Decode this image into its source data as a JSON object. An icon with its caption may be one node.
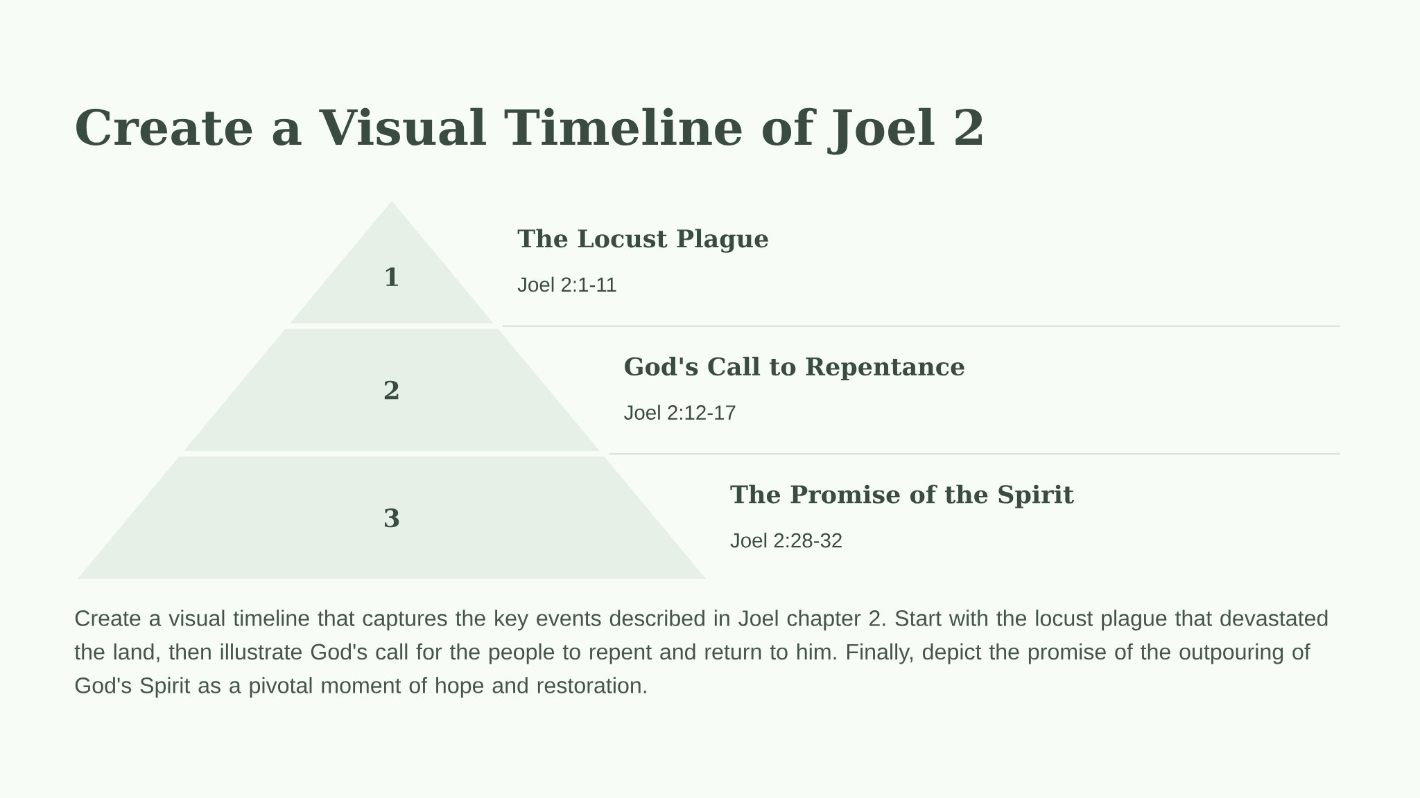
{
  "diagram": {
    "title": "Create a Visual Timeline of Joel 2",
    "nodes": [
      {
        "text": [
          "1"
        ],
        "beside": [
          "The Locust Plague",
          "Joel 2:1-11"
        ]
      },
      {
        "text": [
          "2"
        ],
        "beside": [
          "God's Call to Repentance",
          "Joel 2:12-17"
        ]
      },
      {
        "text": [
          "3"
        ],
        "beside": [
          "The Promise of the Spirit",
          "Joel 2:28-32"
        ]
      }
    ],
    "caption": "Create a visual timeline that captures the key events described in Joel chapter 2. Start with the locust plague that devastated the land, then illustrate God's call for the people to repent and return to him. Finally, depict the promise of the outpouring of God's Spirit as a pivotal moment of hope and restoration."
  }
}
